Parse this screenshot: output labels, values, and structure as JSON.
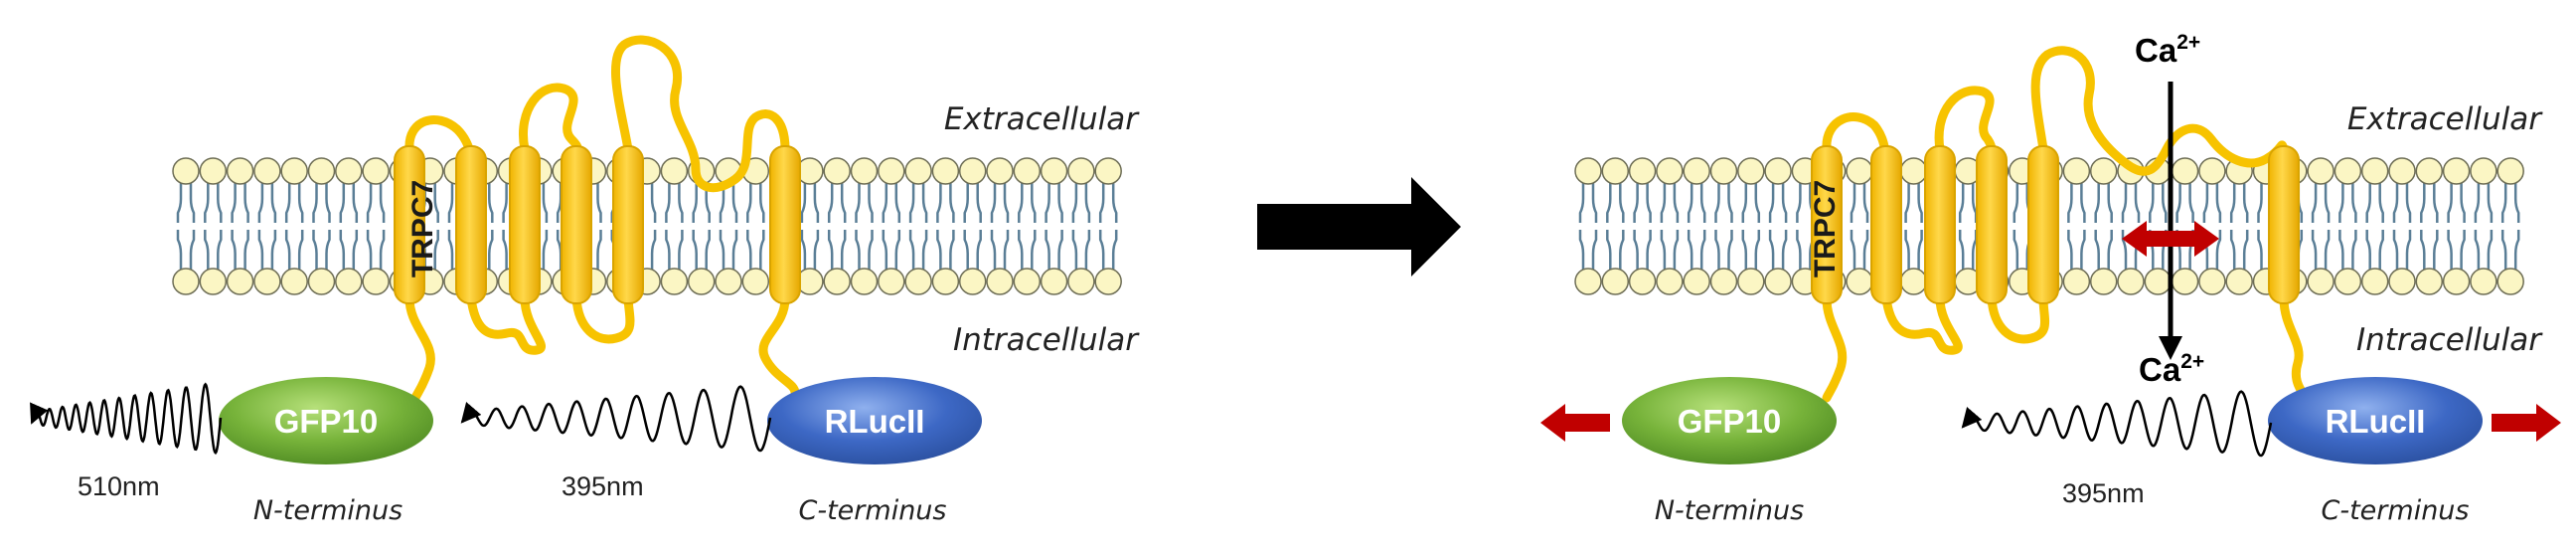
{
  "labels": {
    "extracellular": "Extracellular",
    "intracellular": "Intracellular",
    "channel": "TRPC7",
    "donor": "RLucII",
    "acceptor": "GFP10",
    "n_terminus": "N-terminus",
    "c_terminus": "C-terminus",
    "emission_acceptor": "510nm",
    "emission_donor": "395nm",
    "ion": "Ca",
    "ion_charge": "2+"
  },
  "colors": {
    "membrane_head": "#fbf6c4",
    "membrane_tail": "#5a7e96",
    "helix": "#f7c300",
    "helix_stroke": "#d9a400",
    "gfp": "#77b33a",
    "rluc": "#3d68c5",
    "arrow_red": "#c00000",
    "arrow_black": "#000000"
  }
}
